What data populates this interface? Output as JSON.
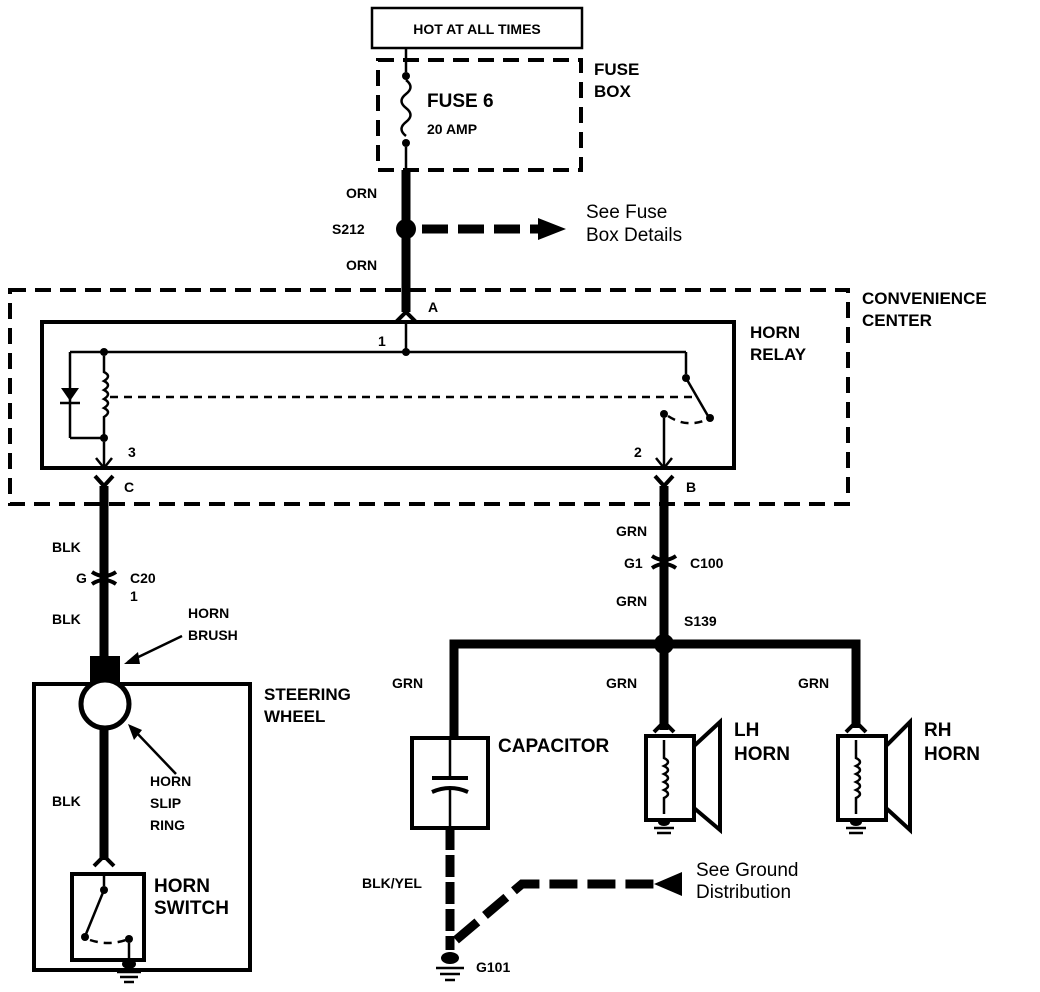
{
  "power_source": {
    "label": "HOT AT ALL TIMES"
  },
  "fuse_box": {
    "title_line1": "FUSE",
    "title_line2": "BOX",
    "fuse_name": "FUSE 6",
    "fuse_rating": "20 AMP"
  },
  "wires": {
    "orn_upper": "ORN",
    "orn_lower": "ORN",
    "blk_relay": "BLK",
    "blk_switch": "BLK",
    "blk_wheel": "BLK",
    "grn_relay": "GRN",
    "grn_split": "GRN",
    "grn_capacitor": "GRN",
    "grn_lh": "GRN",
    "grn_rh": "GRN",
    "blk_yel": "BLK/YEL"
  },
  "splices": {
    "s212": "S212",
    "s139": "S139"
  },
  "references": {
    "fuse_box_details_line1": "See Fuse",
    "fuse_box_details_line2": "Box Details",
    "ground_distribution_line1": "See Ground",
    "ground_distribution_line2": "Distribution"
  },
  "convenience_center": {
    "title_line1": "CONVENIENCE",
    "title_line2": "CENTER",
    "pin_a": "A",
    "pin_b": "B",
    "pin_c": "C"
  },
  "horn_relay": {
    "title_line1": "HORN",
    "title_line2": "RELAY",
    "pin_1": "1",
    "pin_2": "2",
    "pin_3": "3"
  },
  "connectors": {
    "c20_cavity": "G",
    "c20_name": "C20",
    "c20_pin": "1",
    "c100_cavity": "G1",
    "c100_name": "C100"
  },
  "steering_wheel": {
    "title_line1": "STEERING",
    "title_line2": "WHEEL",
    "brush_line1": "HORN",
    "brush_line2": "BRUSH",
    "slip_line1": "HORN",
    "slip_line2": "SLIP",
    "slip_line3": "RING",
    "switch_line1": "HORN",
    "switch_line2": "SWITCH"
  },
  "components": {
    "capacitor": "CAPACITOR",
    "lh_horn_line1": "LH",
    "lh_horn_line2": "HORN",
    "rh_horn_line1": "RH",
    "rh_horn_line2": "HORN"
  },
  "grounds": {
    "g101": "G101"
  }
}
